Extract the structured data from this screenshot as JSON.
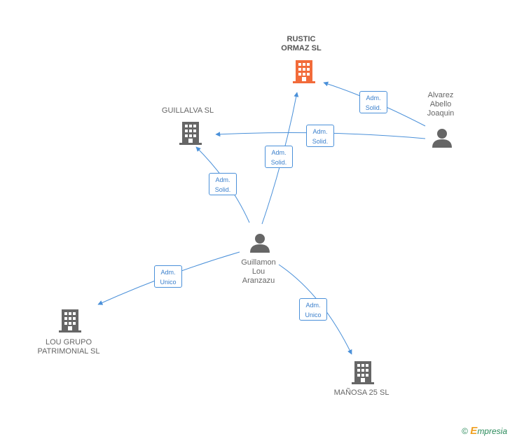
{
  "nodes": {
    "rustic": {
      "label": "RUSTIC\nORMAZ SL",
      "type": "company",
      "color": "#f26b3a"
    },
    "guillalva": {
      "label": "GUILLALVA SL",
      "type": "company",
      "color": "#666666"
    },
    "lou_grupo": {
      "label": "LOU GRUPO\nPATRIMONIAL SL",
      "type": "company",
      "color": "#666666"
    },
    "manosa": {
      "label": "MAÑOSA 25 SL",
      "type": "company",
      "color": "#666666"
    },
    "alvarez": {
      "label": "Alvarez\nAbello\nJoaquin",
      "type": "person",
      "color": "#666666"
    },
    "guillamon": {
      "label": "Guillamon\nLou\nAranzazu",
      "type": "person",
      "color": "#666666"
    }
  },
  "edges": [
    {
      "from": "alvarez",
      "to": "rustic",
      "label": "Adm.\nSolid."
    },
    {
      "from": "alvarez",
      "to": "guillalva",
      "label": "Adm.\nSolid."
    },
    {
      "from": "guillamon",
      "to": "rustic",
      "label": "Adm.\nSolid."
    },
    {
      "from": "guillamon",
      "to": "guillalva",
      "label": "Adm.\nSolid."
    },
    {
      "from": "guillamon",
      "to": "lou_grupo",
      "label": "Adm.\nUnico"
    },
    {
      "from": "guillamon",
      "to": "manosa",
      "label": "Adm.\nUnico"
    }
  ],
  "colors": {
    "edge": "#4a90d9",
    "company": "#666666",
    "highlight": "#f26b3a"
  },
  "footer": {
    "copyright": "©",
    "brand_initial": "E",
    "brand_rest": "mpresia"
  }
}
